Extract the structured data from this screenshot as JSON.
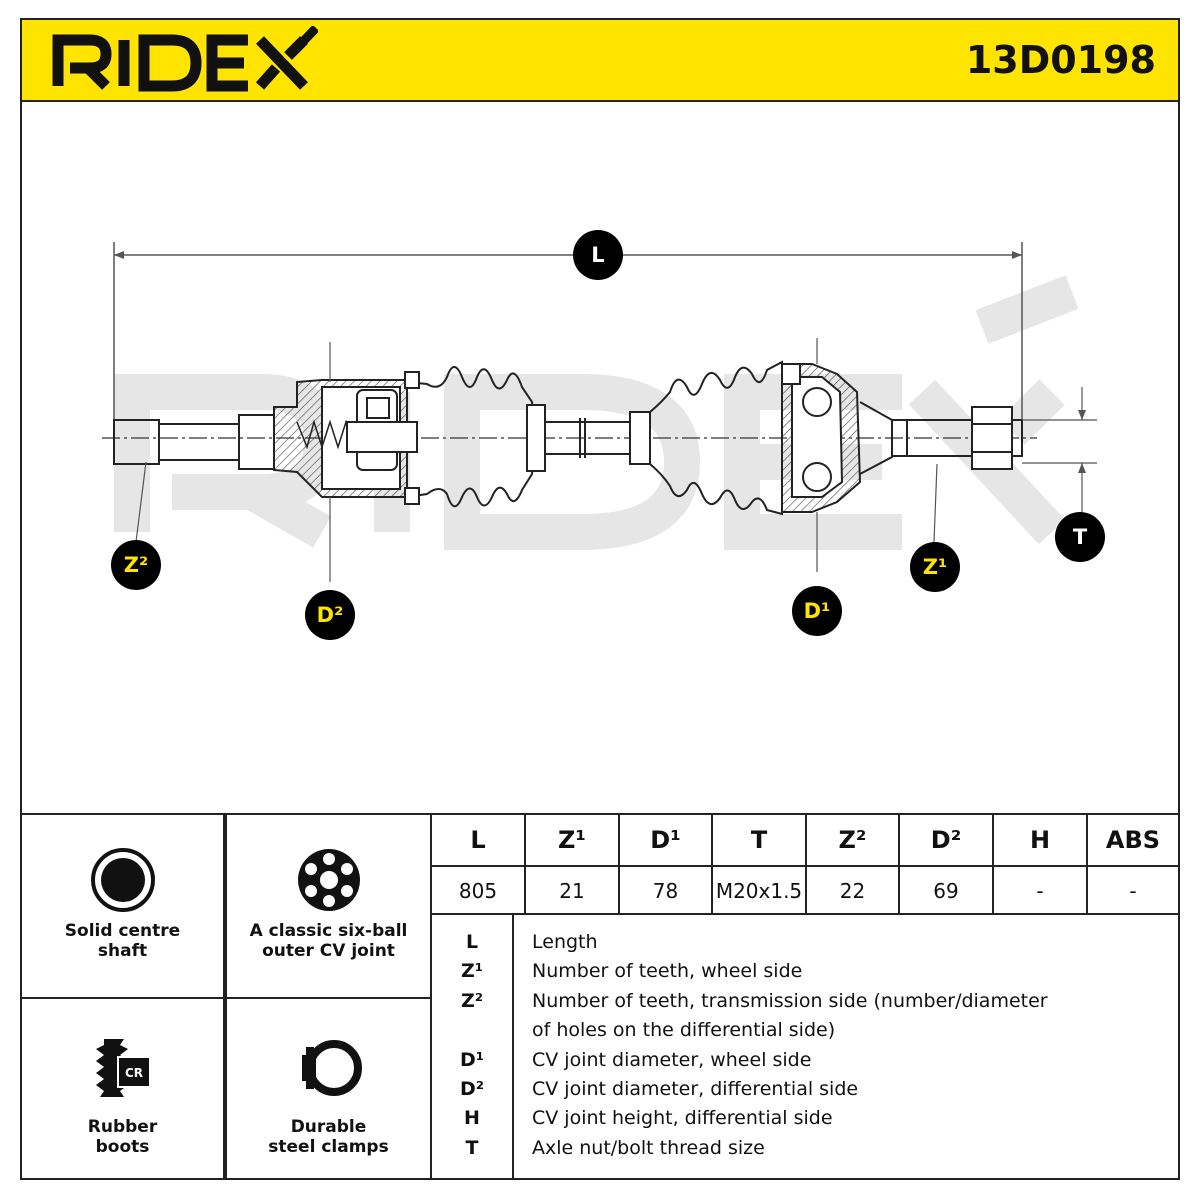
{
  "brand": "RIDEX",
  "part_number": "13D0198",
  "drawing": {
    "watermark": "RIDEX",
    "labels": {
      "L": "L",
      "T": "T",
      "Z1": "Z¹",
      "Z2": "Z²",
      "D1": "D¹",
      "D2": "D²"
    }
  },
  "features": [
    {
      "icon": "solid-shaft-icon",
      "label_line1": "Solid centre",
      "label_line2": "shaft"
    },
    {
      "icon": "six-ball-joint-icon",
      "label_line1": "A classic six-ball",
      "label_line2": "outer CV joint"
    },
    {
      "icon": "rubber-boot-cr-icon",
      "badge_text": "CR",
      "label_line1": "Rubber",
      "label_line2": "boots"
    },
    {
      "icon": "steel-clamp-icon",
      "label_line1": "Durable",
      "label_line2": "steel clamps"
    }
  ],
  "spec_table": {
    "headers": [
      "L",
      "Z¹",
      "D¹",
      "T",
      "Z²",
      "D²",
      "H",
      "ABS"
    ],
    "values": [
      "805",
      "21",
      "78",
      "M20x1.5",
      "22",
      "69",
      "-",
      "-"
    ]
  },
  "legend": [
    {
      "symbol": "L",
      "text": "Length"
    },
    {
      "symbol": "Z¹",
      "text": "Number of teeth, wheel side"
    },
    {
      "symbol": "Z²",
      "text": "Number of teeth, transmission side (number/diameter"
    },
    {
      "symbol": "",
      "text": "of holes on the differential side)"
    },
    {
      "symbol": "D¹",
      "text": "CV joint diameter, wheel side"
    },
    {
      "symbol": "D²",
      "text": "CV joint diameter, differential side"
    },
    {
      "symbol": "H",
      "text": "CV joint height, differential side"
    },
    {
      "symbol": "T",
      "text": "Axle nut/bolt thread size"
    }
  ],
  "colors": {
    "accent": "#ffe400",
    "ink": "#111111",
    "watermark": "#e6e6e6"
  }
}
